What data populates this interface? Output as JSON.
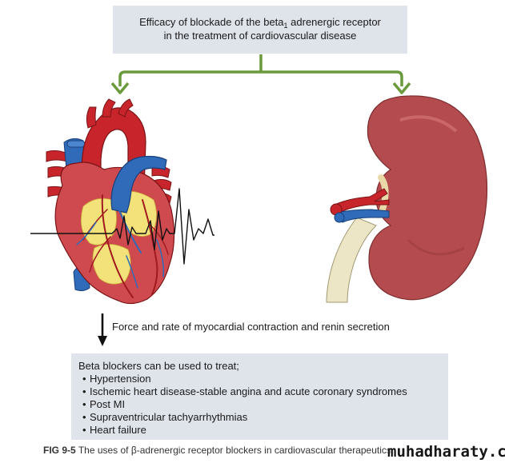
{
  "title": {
    "line1_a": "Efficacy of blockade of the beta",
    "line1_sub": "1",
    "line1_b": " adrenergic receptor",
    "line2": "in the treatment of cardiovascular disease"
  },
  "effect_text": "Force and rate of myocardial contraction and renin secretion",
  "treatment": {
    "heading": "Beta blockers can be used to treat;",
    "bullet": "•",
    "items": [
      "Hypertension",
      "Ischemic heart disease-stable angina and acute coronary syndromes",
      "Post MI",
      "Supraventricular tachyarrhythmias",
      "Heart failure"
    ]
  },
  "caption": {
    "fig": "FIG 9-5",
    "text": "The uses of β-adrenergic receptor blockers in cardiovascular therapeutics."
  },
  "watermark": "muhadharaty.com",
  "colors": {
    "box_bg": "#dfe3ea",
    "arrow_green": "#6a9a3c",
    "heart_red": "#c8242c",
    "heart_muscle": "#cf4a4e",
    "vein_blue": "#2f6bb8",
    "fat_yellow": "#f3e27a",
    "kidney": "#b44b4e",
    "ureter": "#ece6c6"
  }
}
